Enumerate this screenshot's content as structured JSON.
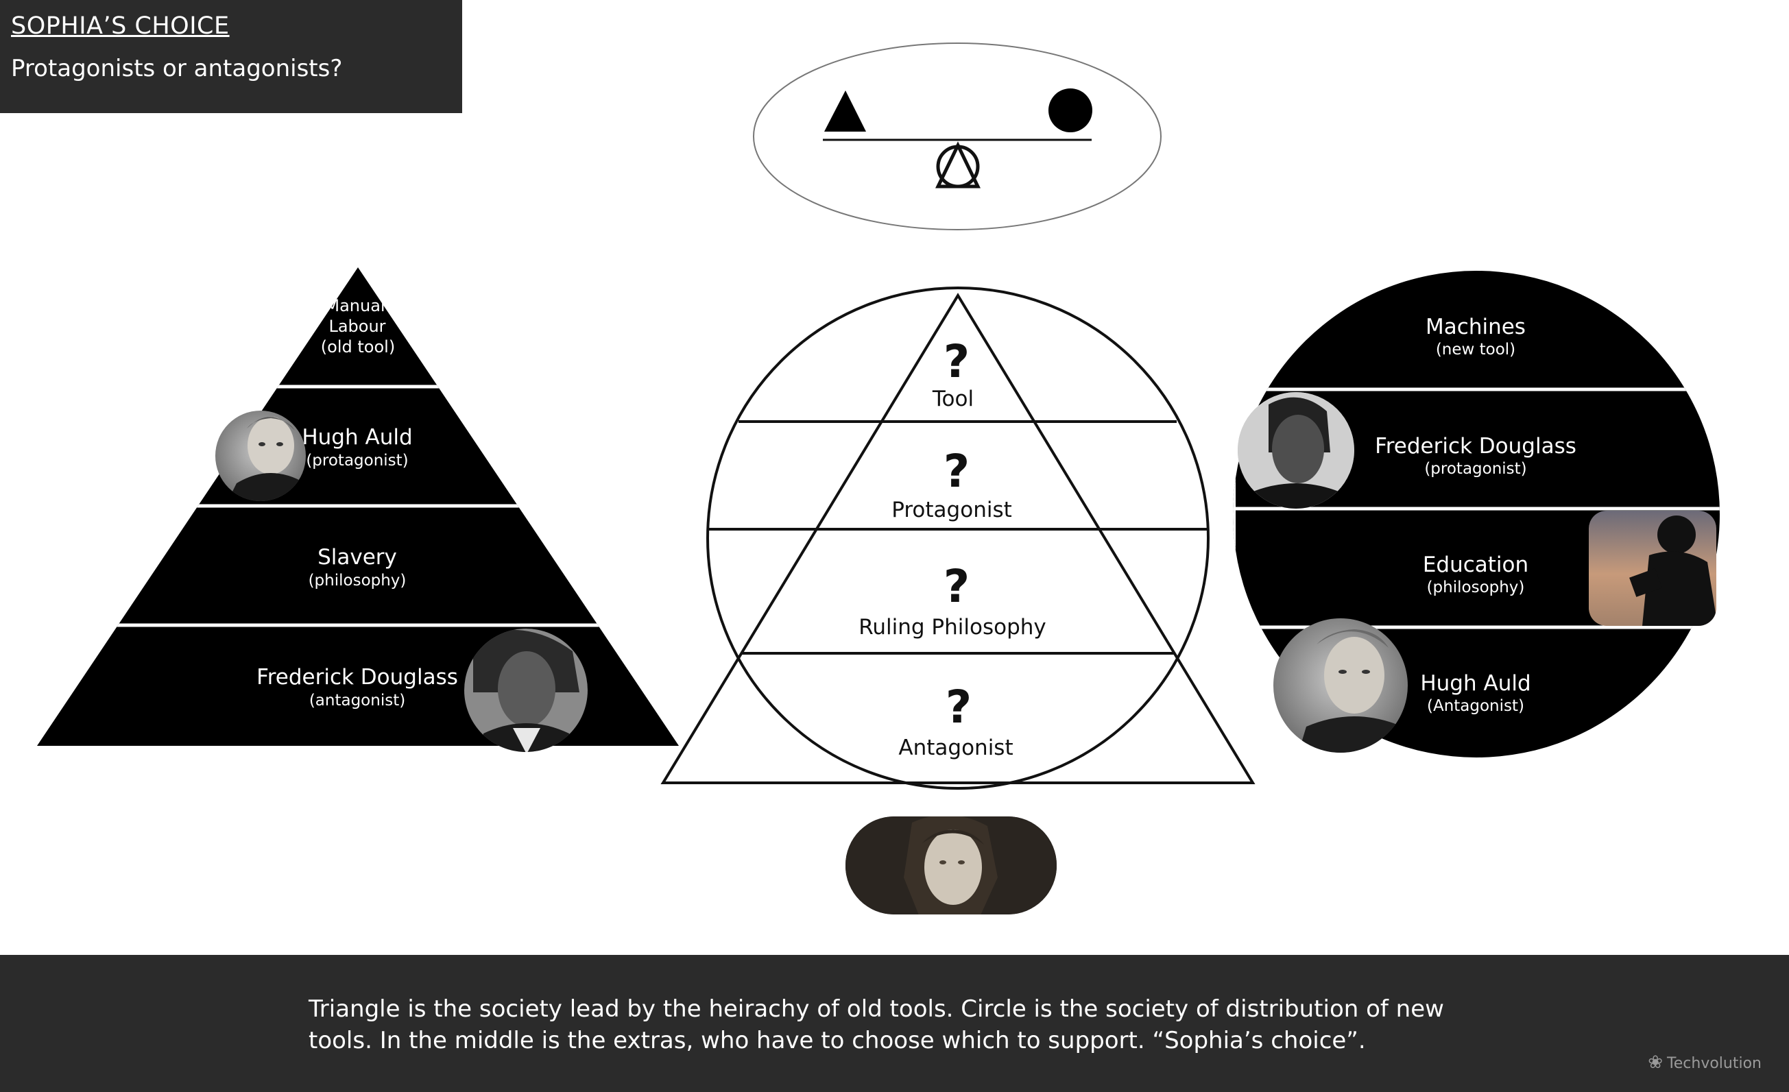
{
  "header": {
    "title": "SOPHIA’S CHOICE",
    "subtitle": "Protagonists or antagonists?"
  },
  "left_triangle": {
    "tiers": [
      {
        "lines": [
          "Manual",
          "Labour",
          "(old tool)"
        ]
      },
      {
        "title": "Hugh Auld",
        "sub": "(protagonist)"
      },
      {
        "title": "Slavery",
        "sub": "(philosophy)"
      },
      {
        "title": "Frederick  Douglass",
        "sub": "(antagonist)"
      }
    ]
  },
  "center": {
    "tiers": [
      {
        "mark": "?",
        "label": "Tool"
      },
      {
        "mark": "?",
        "label": "Protagonist"
      },
      {
        "mark": "?",
        "label": "Ruling Philosophy"
      },
      {
        "mark": "?",
        "label": "Antagonist"
      }
    ]
  },
  "right_circle": {
    "tiers": [
      {
        "title": "Machines",
        "sub": "(new tool)"
      },
      {
        "title": "Frederick Douglass",
        "sub": "(protagonist)"
      },
      {
        "title": "Education",
        "sub": "(philosophy)"
      },
      {
        "title": "Hugh Auld",
        "sub": "(Antagonist)"
      }
    ]
  },
  "footer": {
    "line1": "Triangle is the society lead by the heirachy of old tools. Circle is the society of distribution of new",
    "line2": "tools. In the middle is the extras, who have to choose which to support. “Sophia’s choice”.",
    "brand": "Techvolution",
    "brand_icon": "flower-logo-icon"
  },
  "colors": {
    "dark_panel": "#2b2b2b",
    "shape_fill": "#000000",
    "line": "#111111"
  }
}
